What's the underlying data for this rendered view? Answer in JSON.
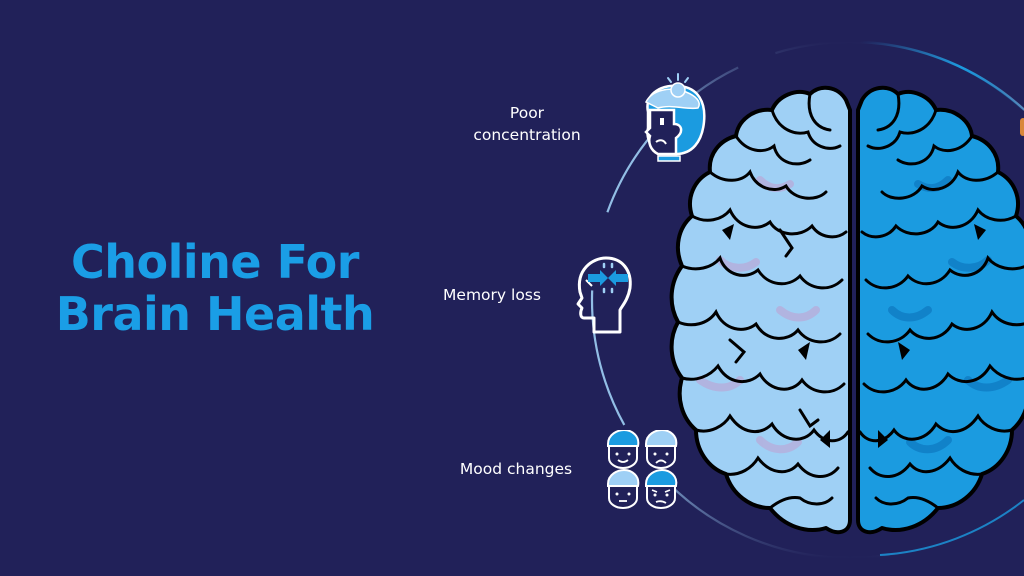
{
  "title": {
    "line1": "Choline For",
    "line2": "Brain Health"
  },
  "symptoms": [
    {
      "label_line1": "Poor",
      "label_line2": "concentration",
      "icon": "confused-head-lightbulb-icon"
    },
    {
      "label": "Memory loss",
      "icon": "head-memory-arrows-icon"
    },
    {
      "label": "Mood changes",
      "icon": "four-faces-mood-icon"
    }
  ],
  "illustration": {
    "name": "brain-top-view",
    "left_hemisphere_color": "#9fd0f5",
    "right_hemisphere_color": "#1b9be0"
  },
  "colors": {
    "background": "#212159",
    "title": "#1a9ee6",
    "text": "#ffffff",
    "accent_light": "#9fd0f5",
    "accent": "#1b9be0"
  }
}
